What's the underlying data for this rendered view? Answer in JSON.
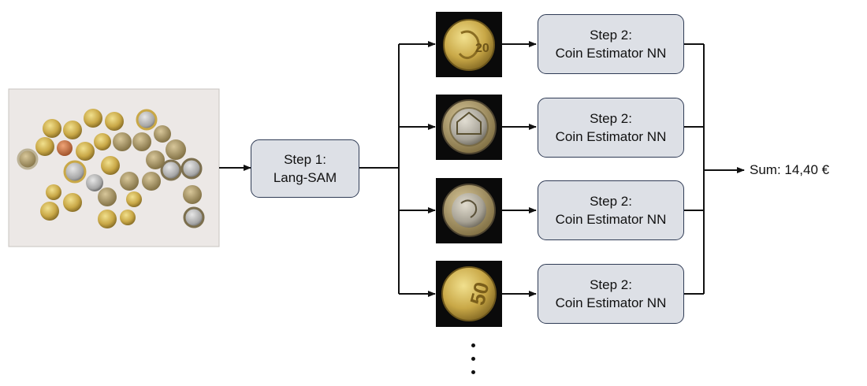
{
  "input_image": {
    "icon": "photo-of-coins",
    "background_color": "#ece8e6"
  },
  "step1": {
    "title": "Step 1:",
    "name": "Lang-SAM"
  },
  "step2_boxes": [
    {
      "title": "Step 2:",
      "name": "Coin Estimator NN",
      "coin_icon": "20-cent-coin"
    },
    {
      "title": "Step 2:",
      "name": "Coin Estimator NN",
      "coin_icon": "bimetal-coin"
    },
    {
      "title": "Step 2:",
      "name": "Coin Estimator NN",
      "coin_icon": "1-euro-coin"
    },
    {
      "title": "Step 2:",
      "name": "Coin Estimator NN",
      "coin_icon": "50-cent-coin"
    }
  ],
  "result": "Sum: 14,40 €",
  "colors": {
    "box_fill": "#dde0e6",
    "box_border": "#2f3b55",
    "arrow": "#111111",
    "coin_tile": "#0a0a0a"
  }
}
